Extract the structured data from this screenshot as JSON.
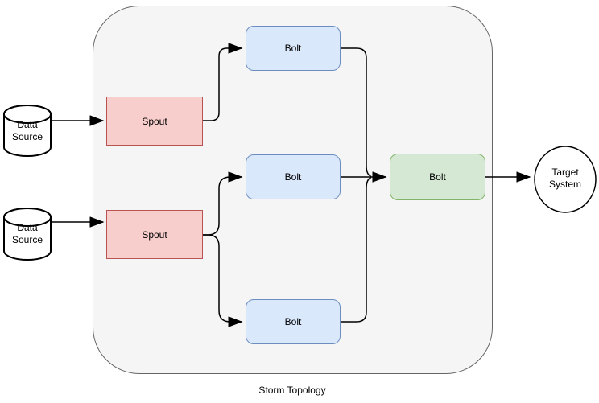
{
  "diagram": {
    "caption": "Storm Topology",
    "nodes": {
      "data_source_1": {
        "label": "Data\nSource",
        "shape": "cylinder"
      },
      "data_source_2": {
        "label": "Data\nSource",
        "shape": "cylinder"
      },
      "spout_1": {
        "label": "Spout",
        "shape": "rectangle"
      },
      "spout_2": {
        "label": "Spout",
        "shape": "rectangle"
      },
      "bolt_top": {
        "label": "Bolt",
        "shape": "rounded-rectangle"
      },
      "bolt_middle": {
        "label": "Bolt",
        "shape": "rounded-rectangle"
      },
      "bolt_bottom": {
        "label": "Bolt",
        "shape": "rounded-rectangle"
      },
      "bolt_final": {
        "label": "Bolt",
        "shape": "rounded-rectangle"
      },
      "target_system": {
        "label": "Target\nSystem",
        "shape": "circle"
      }
    },
    "edges": [
      {
        "from": "data_source_1",
        "to": "spout_1"
      },
      {
        "from": "data_source_2",
        "to": "spout_2"
      },
      {
        "from": "spout_1",
        "to": "bolt_top"
      },
      {
        "from": "spout_2",
        "to": "bolt_middle"
      },
      {
        "from": "spout_2",
        "to": "bolt_bottom"
      },
      {
        "from": "bolt_top",
        "to": "bolt_final"
      },
      {
        "from": "bolt_middle",
        "to": "bolt_final"
      },
      {
        "from": "bolt_bottom",
        "to": "bolt_final"
      },
      {
        "from": "bolt_final",
        "to": "target_system"
      }
    ],
    "colors": {
      "spout_fill": "#f8cecc",
      "spout_border": "#b85450",
      "bolt_fill": "#dae8fc",
      "bolt_border": "#6c8ebf",
      "final_bolt_fill": "#d5e8d4",
      "final_bolt_border": "#82b366",
      "container_fill": "#f5f5f5",
      "container_border": "#666666",
      "cylinder_stroke": "#000000",
      "circle_stroke": "#000000",
      "edge_stroke": "#000000",
      "background": "#ffffff"
    }
  }
}
